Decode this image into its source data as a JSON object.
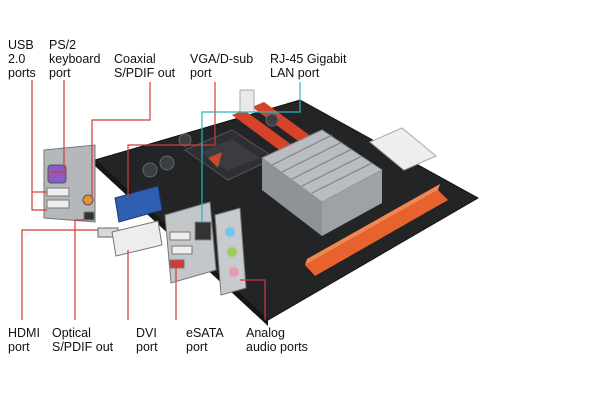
{
  "colors": {
    "callout_red": "#d23a3a",
    "callout_cyan": "#2bb5c6",
    "pcb": "#222426",
    "slot_orange": "#e8622d",
    "slot_white": "#eeeeee",
    "heatsink": "#a9adb1",
    "vga_blue": "#2f5fb3"
  },
  "labels": {
    "usb": [
      "USB",
      "2.0",
      "ports"
    ],
    "ps2": [
      "PS/2",
      "keyboard",
      "port"
    ],
    "coaxial": [
      "Coaxial",
      "S/PDIF out"
    ],
    "vga": [
      "VGA/D-sub",
      "port"
    ],
    "rj45": [
      "RJ-45 Gigabit",
      "LAN port"
    ],
    "hdmi": [
      "HDMI",
      "port"
    ],
    "optical": [
      "Optical",
      "S/PDIF out"
    ],
    "dvi": [
      "DVI",
      "port"
    ],
    "esata": [
      "eSATA",
      "port"
    ],
    "analog": [
      "Analog",
      "audio ports"
    ]
  }
}
